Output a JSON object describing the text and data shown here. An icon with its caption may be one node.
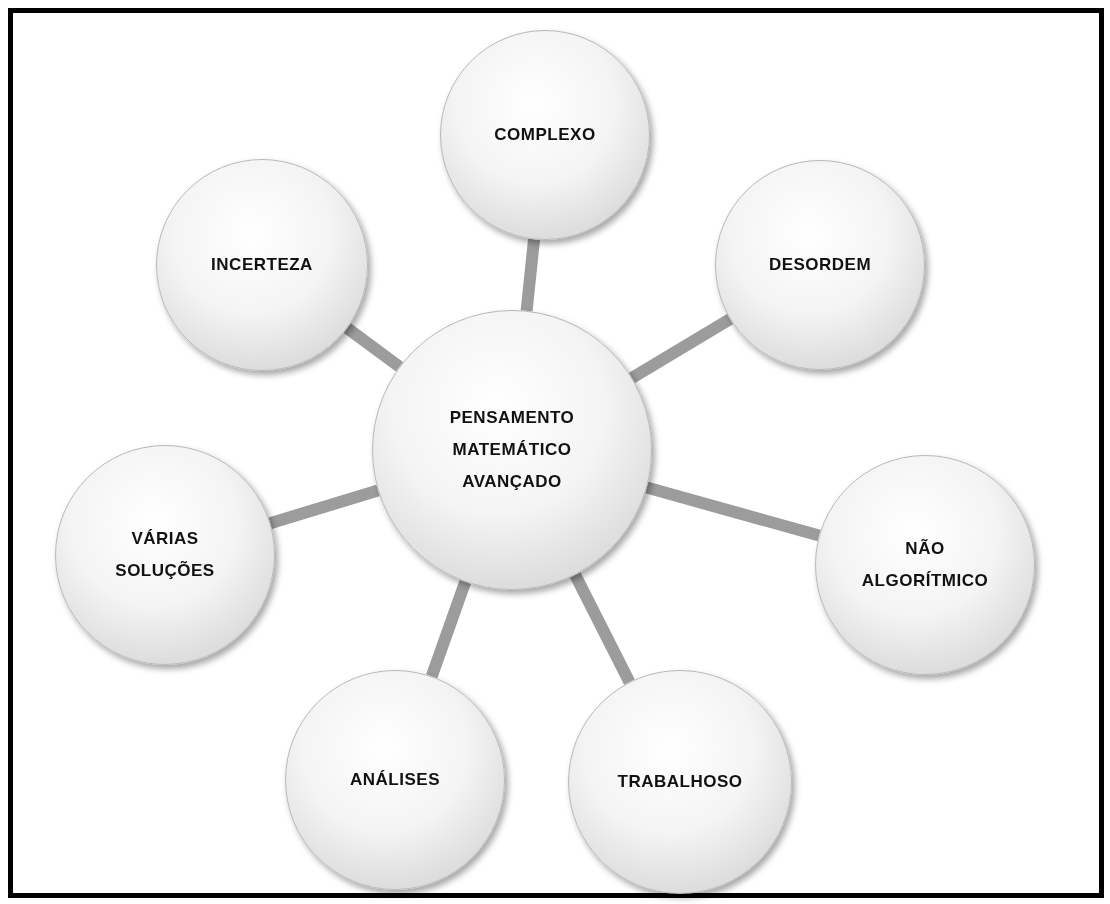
{
  "diagram": {
    "nodes": [
      {
        "text": [
          "COMPLEXO"
        ]
      },
      {
        "text": [
          "INCERTEZA"
        ]
      },
      {
        "text": [
          "DESORDEM"
        ]
      },
      {
        "text": [
          "PENSAMENTO MATEMÁTICO AVANÇADO"
        ]
      },
      {
        "text": [
          "VÁRIAS SOLUÇÕES"
        ]
      },
      {
        "text": [
          "NÃO ALGORÍTMICO"
        ]
      },
      {
        "text": [
          "ANÁLISES"
        ]
      },
      {
        "text": [
          "TRABALHOSO"
        ]
      }
    ],
    "edges": [
      {
        "from": 3,
        "to": 0,
        "arrow": "none"
      },
      {
        "from": 3,
        "to": 2,
        "arrow": "none"
      },
      {
        "from": 3,
        "to": 5,
        "arrow": "none"
      },
      {
        "from": 3,
        "to": 7,
        "arrow": "none"
      },
      {
        "from": 3,
        "to": 6,
        "arrow": "none"
      },
      {
        "from": 3,
        "to": 4,
        "arrow": "none"
      },
      {
        "from": 3,
        "to": 1,
        "arrow": "none"
      }
    ]
  }
}
